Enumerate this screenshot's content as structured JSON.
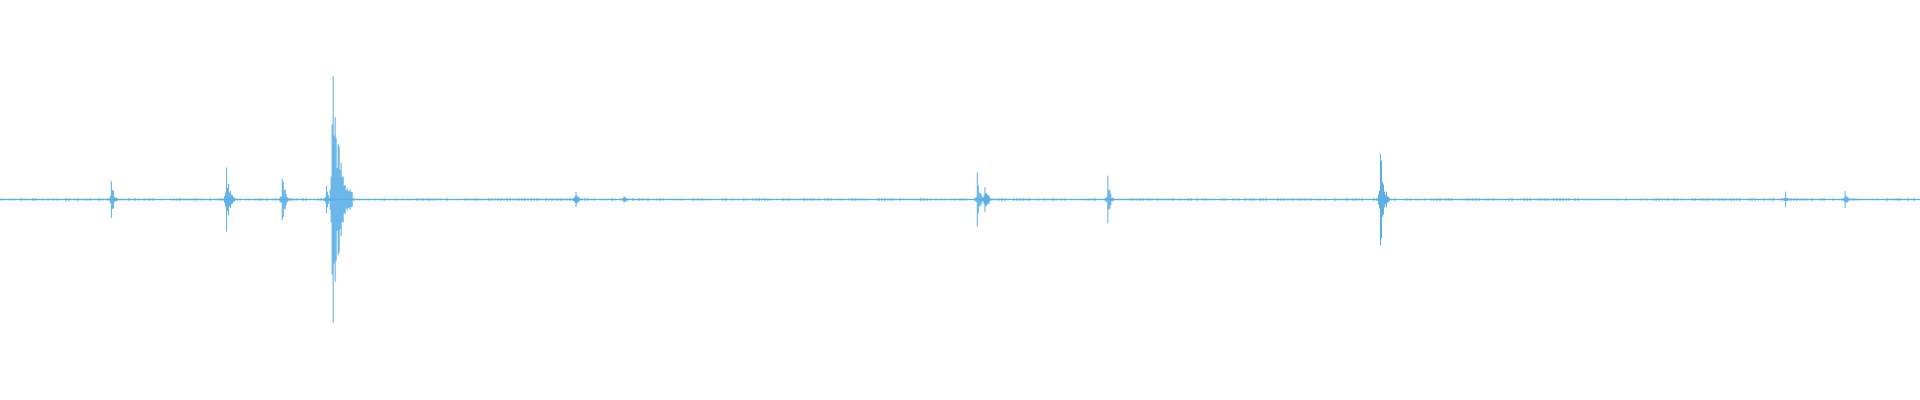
{
  "waveform": {
    "color": "#5aaee6",
    "background": "#ffffff",
    "peaks": [
      {
        "t": 0.058,
        "amp": 0.06
      },
      {
        "t": 0.118,
        "amp": 0.1
      },
      {
        "t": 0.147,
        "amp": 0.09
      },
      {
        "t": 0.17,
        "amp": 0.04
      },
      {
        "t": 0.173,
        "amp": 0.4
      },
      {
        "t": 0.3,
        "amp": 0.04
      },
      {
        "t": 0.325,
        "amp": 0.02
      },
      {
        "t": 0.509,
        "amp": 0.08
      },
      {
        "t": 0.513,
        "amp": 0.07
      },
      {
        "t": 0.577,
        "amp": 0.06
      },
      {
        "t": 0.719,
        "amp": 0.14
      },
      {
        "t": 0.93,
        "amp": 0.02
      },
      {
        "t": 0.961,
        "amp": 0.03
      }
    ]
  }
}
